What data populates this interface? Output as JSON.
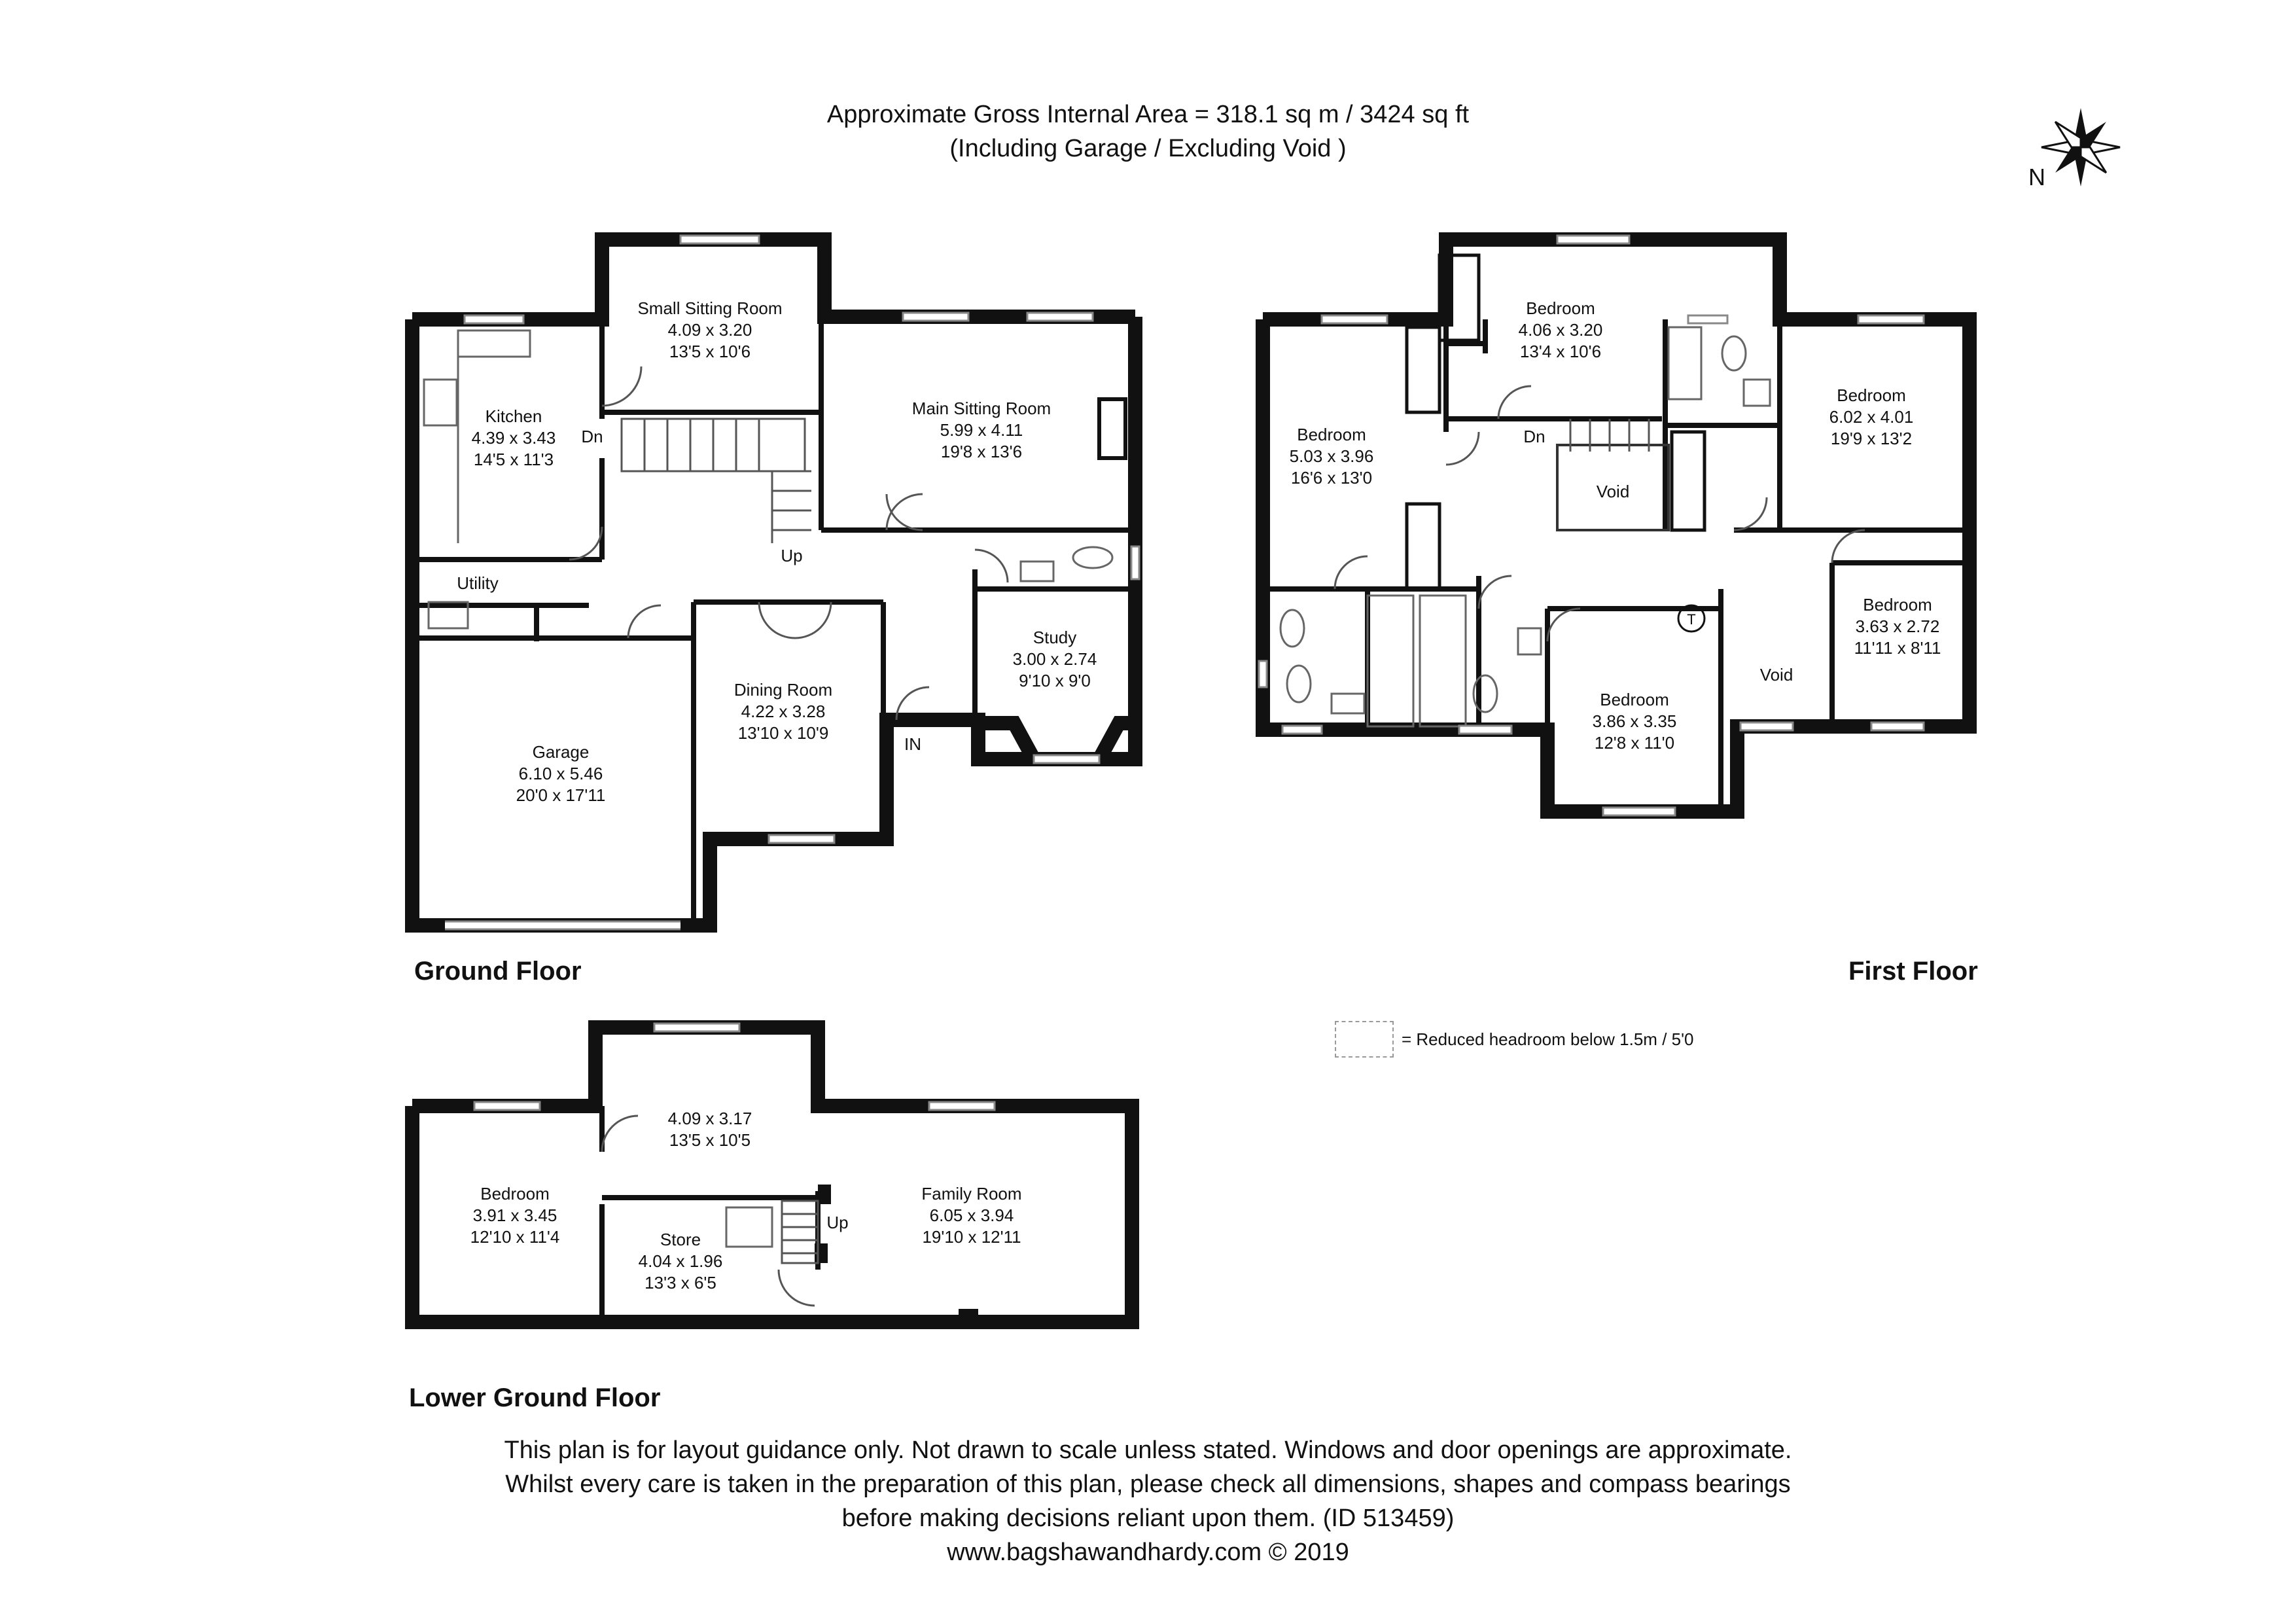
{
  "header": {
    "area_line": "Approximate Gross Internal Area = 318.1 sq m / 3424 sq ft",
    "area_note": "(Including Garage / Excluding Void )"
  },
  "compass": {
    "north_label": "N",
    "icon": "compass-rose-icon"
  },
  "floors": {
    "ground": {
      "label": "Ground Floor"
    },
    "first": {
      "label": "First Floor"
    },
    "lower": {
      "label": "Lower Ground Floor"
    }
  },
  "rooms": {
    "kitchen": {
      "name": "Kitchen",
      "metric": "4.39 x 3.43",
      "imperial": "14'5 x 11'3"
    },
    "small_sitting": {
      "name": "Small Sitting Room",
      "metric": "4.09 x 3.20",
      "imperial": "13'5 x 10'6"
    },
    "main_sitting": {
      "name": "Main Sitting Room",
      "metric": "5.99 x 4.11",
      "imperial": "19'8 x 13'6"
    },
    "study": {
      "name": "Study",
      "metric": "3.00 x 2.74",
      "imperial": "9'10 x 9'0"
    },
    "dining": {
      "name": "Dining Room",
      "metric": "4.22 x 3.28",
      "imperial": "13'10 x 10'9"
    },
    "garage": {
      "name": "Garage",
      "metric": "6.10 x 5.46",
      "imperial": "20'0 x 17'11"
    },
    "utility": {
      "name": "Utility"
    },
    "bed_ff_top": {
      "name": "Bedroom",
      "metric": "4.06 x 3.20",
      "imperial": "13'4 x 10'6"
    },
    "bed_ff_left": {
      "name": "Bedroom",
      "metric": "5.03 x 3.96",
      "imperial": "16'6 x 13'0"
    },
    "bed_ff_right": {
      "name": "Bedroom",
      "metric": "6.02 x 4.01",
      "imperial": "19'9 x 13'2"
    },
    "bed_ff_small": {
      "name": "Bedroom",
      "metric": "3.63 x 2.72",
      "imperial": "11'11 x 8'11"
    },
    "bed_ff_bottom": {
      "name": "Bedroom",
      "metric": "3.86 x 3.35",
      "imperial": "12'8 x 11'0"
    },
    "void_stair": {
      "name": "Void"
    },
    "void_lower": {
      "name": "Void"
    },
    "lg_bedroom": {
      "name": "Bedroom",
      "metric": "3.91 x 3.45",
      "imperial": "12'10 x 11'4"
    },
    "lg_room": {
      "metric": "4.09 x 3.17",
      "imperial": "13'5 x 10'5"
    },
    "lg_family": {
      "name": "Family Room",
      "metric": "6.05 x 3.94",
      "imperial": "19'10 x 12'11"
    },
    "lg_store": {
      "name": "Store",
      "metric": "4.04 x 1.96",
      "imperial": "13'3 x 6'5"
    }
  },
  "markers": {
    "dn": "Dn",
    "up": "Up",
    "in": "IN",
    "tank": "T"
  },
  "legend": {
    "text": "= Reduced headroom below 1.5m / 5'0"
  },
  "footer": {
    "line1": "This plan is for layout guidance only. Not drawn to scale unless stated. Windows and door openings are approximate.",
    "line2": "Whilst every care is taken in the preparation of this plan, please check all dimensions, shapes and compass bearings",
    "line3": "before making decisions reliant upon them. (ID 513459)",
    "line4": "www.bagshawandhardy.com © 2019"
  },
  "colors": {
    "wall": "#111111",
    "fixture": "#666666",
    "window": "#999999"
  }
}
